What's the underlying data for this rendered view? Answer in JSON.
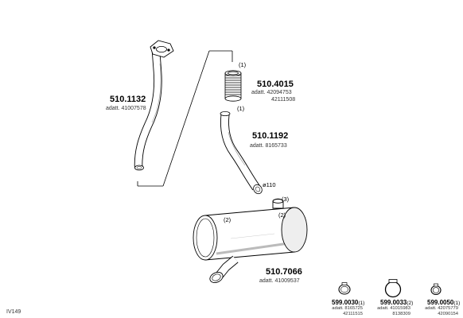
{
  "diagram_code": "IV149",
  "parts": [
    {
      "part_number": "510.1132",
      "adaptable_label": "adatt.",
      "adaptable_refs": [
        "41007578"
      ]
    },
    {
      "part_number": "510.4015",
      "callout": "(1)",
      "adaptable_label": "adatt.",
      "adaptable_refs": [
        "42094753",
        "42111508"
      ]
    },
    {
      "part_number": "510.1192",
      "callout": "(1)",
      "adaptable_label": "adatt.",
      "adaptable_refs": [
        "8165733"
      ],
      "diameter_label": "ø110"
    },
    {
      "part_number": "510.7066",
      "callout": "(3)",
      "callout_2": "(2)",
      "callout_3": "(2)",
      "adaptable_label": "adatt.",
      "adaptable_refs": [
        "41009537"
      ]
    }
  ],
  "clamps": [
    {
      "part_number": "599.0030",
      "qty": "(1)",
      "adaptable_label": "adatt.",
      "adaptable_refs": [
        "8165725",
        "42111515"
      ]
    },
    {
      "part_number": "599.0033",
      "qty": "(2)",
      "adaptable_label": "adatt.",
      "adaptable_refs": [
        "41015983",
        "8138309"
      ]
    },
    {
      "part_number": "599.0050",
      "qty": "(1)",
      "adaptable_label": "adatt.",
      "adaptable_refs": [
        "42075779",
        "42090154"
      ]
    }
  ]
}
